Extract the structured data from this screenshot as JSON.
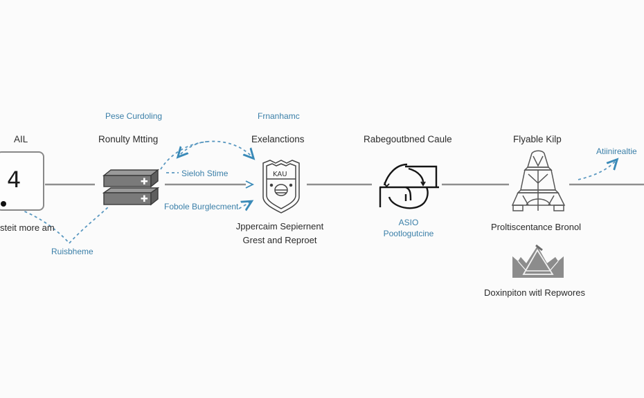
{
  "diagram": {
    "colors": {
      "connector": "#8a8a8a",
      "annotation": "#3a7fa8",
      "icon_stroke": "#1e1e1e",
      "icon_fill_gray": "#7b7b7b"
    },
    "nodes": [
      {
        "id": "ail",
        "title": "AIL",
        "icon": "number-box-icon",
        "icon_text": "4",
        "caption": "steit more am",
        "annotation": "Ruisbheme"
      },
      {
        "id": "ronulty",
        "title": "Ronulty Mtting",
        "icon": "server-stack-icon",
        "top_annotation": "Pese Curdoling",
        "side_annotations": [
          "Sieloh Stime",
          "Fobole Burglecment"
        ]
      },
      {
        "id": "explanctions",
        "title": "Exelanctions",
        "icon": "shield-crest-icon",
        "icon_text": "KAU",
        "top_annotation": "Frnanhamc",
        "caption_lines": [
          "Jppercaim Sepiernent",
          "Grest and Reproet"
        ]
      },
      {
        "id": "rabegoutbned",
        "title": "Rabegoutbned Caule",
        "icon": "cycle-arrows-icon",
        "annotation_lines": [
          "ASIO",
          "Pootlogutcine"
        ]
      },
      {
        "id": "flyable",
        "title": "Flyable Kilp",
        "icon": "tower-icon",
        "caption": "Proltiscentance Bronol",
        "sub_icon": "crown-icon",
        "sub_caption": "Doxinpiton witl Repwores",
        "right_annotation": "Atiinirealtie"
      }
    ]
  }
}
